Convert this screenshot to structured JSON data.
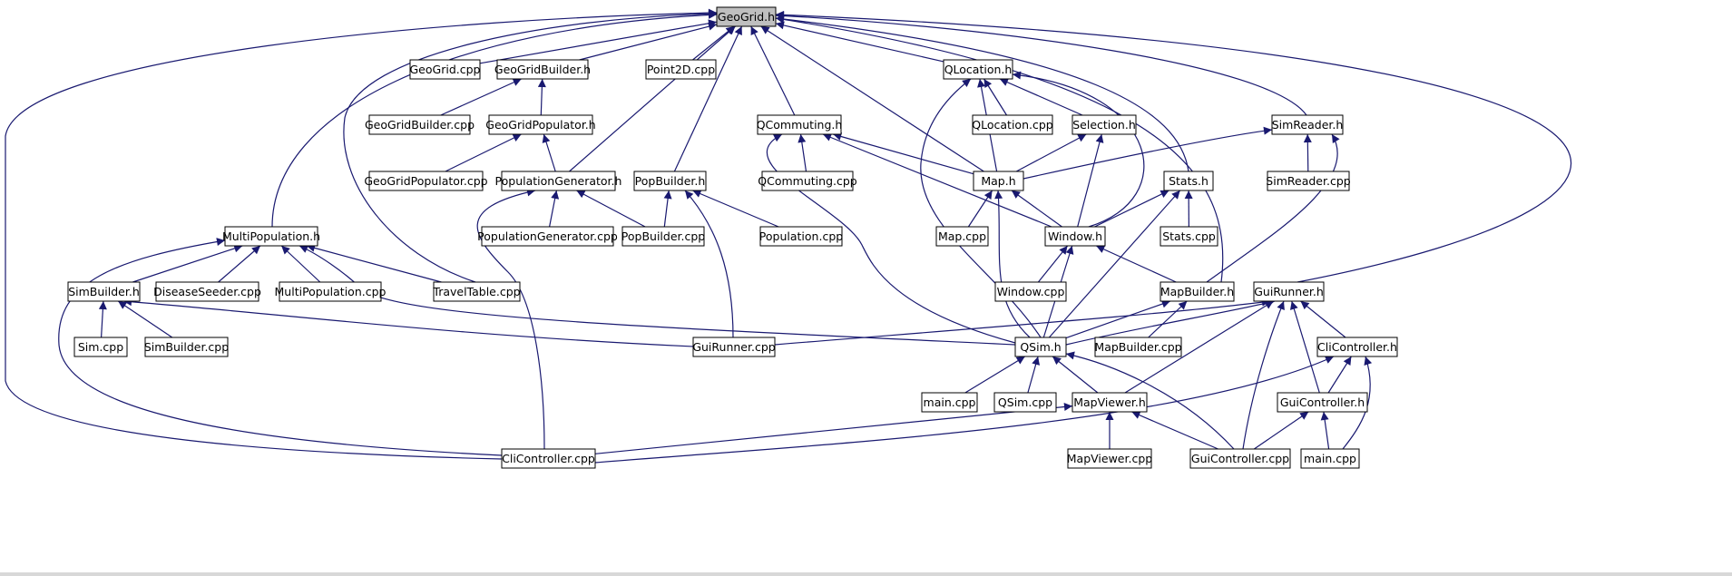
{
  "diagram": {
    "type": "include-dependency-graph",
    "root": "geogrid_h",
    "colors": {
      "edge": "#191970",
      "node_fill": "#ffffff",
      "root_fill": "#bfbfbf",
      "node_border": "#000000"
    },
    "nodes": [
      {
        "id": "geogrid_h",
        "label": "GeoGrid.h"
      },
      {
        "id": "geogrid_cpp",
        "label": "GeoGrid.cpp"
      },
      {
        "id": "geogridbuilder_h",
        "label": "GeoGridBuilder.h"
      },
      {
        "id": "point2d_cpp",
        "label": "Point2D.cpp"
      },
      {
        "id": "qlocation_h",
        "label": "QLocation.h"
      },
      {
        "id": "geogridbuilder_cpp",
        "label": "GeoGridBuilder.cpp"
      },
      {
        "id": "geogridpopulator_h",
        "label": "GeoGridPopulator.h"
      },
      {
        "id": "qcommuting_h",
        "label": "QCommuting.h"
      },
      {
        "id": "qlocation_cpp",
        "label": "QLocation.cpp"
      },
      {
        "id": "selection_h",
        "label": "Selection.h"
      },
      {
        "id": "simreader_h",
        "label": "SimReader.h"
      },
      {
        "id": "geogridpopulator_cpp",
        "label": "GeoGridPopulator.cpp"
      },
      {
        "id": "populationgenerator_h",
        "label": "PopulationGenerator.h"
      },
      {
        "id": "popbuilder_h",
        "label": "PopBuilder.h"
      },
      {
        "id": "qcommuting_cpp",
        "label": "QCommuting.cpp"
      },
      {
        "id": "map_h",
        "label": "Map.h"
      },
      {
        "id": "stats_h",
        "label": "Stats.h"
      },
      {
        "id": "simreader_cpp",
        "label": "SimReader.cpp"
      },
      {
        "id": "multipopulation_h",
        "label": "MultiPopulation.h"
      },
      {
        "id": "populationgenerator_cpp",
        "label": "PopulationGenerator.cpp"
      },
      {
        "id": "popbuilder_cpp",
        "label": "PopBuilder.cpp"
      },
      {
        "id": "population_cpp",
        "label": "Population.cpp"
      },
      {
        "id": "map_cpp",
        "label": "Map.cpp"
      },
      {
        "id": "window_h",
        "label": "Window.h"
      },
      {
        "id": "stats_cpp",
        "label": "Stats.cpp"
      },
      {
        "id": "simbuilder_h",
        "label": "SimBuilder.h"
      },
      {
        "id": "diseaseseeder_cpp",
        "label": "DiseaseSeeder.cpp"
      },
      {
        "id": "multipopulation_cpp",
        "label": "MultiPopulation.cpp"
      },
      {
        "id": "traveltable_cpp",
        "label": "TravelTable.cpp"
      },
      {
        "id": "window_cpp",
        "label": "Window.cpp"
      },
      {
        "id": "mapbuilder_h",
        "label": "MapBuilder.h"
      },
      {
        "id": "guirunner_h",
        "label": "GuiRunner.h"
      },
      {
        "id": "sim_cpp",
        "label": "Sim.cpp"
      },
      {
        "id": "simbuilder_cpp",
        "label": "SimBuilder.cpp"
      },
      {
        "id": "guirunner_cpp",
        "label": "GuiRunner.cpp"
      },
      {
        "id": "qsim_h",
        "label": "QSim.h"
      },
      {
        "id": "mapbuilder_cpp",
        "label": "MapBuilder.cpp"
      },
      {
        "id": "clicontroller_h",
        "label": "CliController.h"
      },
      {
        "id": "main_cpp_1",
        "label": "main.cpp"
      },
      {
        "id": "qsim_cpp",
        "label": "QSim.cpp"
      },
      {
        "id": "mapviewer_h",
        "label": "MapViewer.h"
      },
      {
        "id": "guicontroller_h",
        "label": "GuiController.h"
      },
      {
        "id": "clicontroller_cpp",
        "label": "CliController.cpp"
      },
      {
        "id": "mapviewer_cpp",
        "label": "MapViewer.cpp"
      },
      {
        "id": "guicontroller_cpp",
        "label": "GuiController.cpp"
      },
      {
        "id": "main_cpp_2",
        "label": "main.cpp"
      }
    ],
    "edges": [
      [
        "geogrid_cpp",
        "geogrid_h"
      ],
      [
        "geogridbuilder_h",
        "geogrid_h"
      ],
      [
        "point2d_cpp",
        "geogrid_h"
      ],
      [
        "qlocation_h",
        "geogrid_h"
      ],
      [
        "qcommuting_h",
        "geogrid_h"
      ],
      [
        "populationgenerator_h",
        "geogrid_h"
      ],
      [
        "popbuilder_h",
        "geogrid_h"
      ],
      [
        "map_h",
        "geogrid_h"
      ],
      [
        "stats_h",
        "geogrid_h"
      ],
      [
        "simreader_h",
        "geogrid_h"
      ],
      [
        "mapbuilder_h",
        "geogrid_h"
      ],
      [
        "guirunner_h",
        "geogrid_h"
      ],
      [
        "multipopulation_h",
        "geogrid_h"
      ],
      [
        "traveltable_cpp",
        "geogrid_h"
      ],
      [
        "clicontroller_cpp",
        "geogrid_h"
      ],
      [
        "geogridbuilder_cpp",
        "geogridbuilder_h"
      ],
      [
        "geogridpopulator_h",
        "geogridbuilder_h"
      ],
      [
        "geogridpopulator_cpp",
        "geogridpopulator_h"
      ],
      [
        "populationgenerator_h",
        "geogridpopulator_h"
      ],
      [
        "populationgenerator_cpp",
        "populationgenerator_h"
      ],
      [
        "popbuilder_cpp",
        "populationgenerator_h"
      ],
      [
        "clicontroller_cpp",
        "populationgenerator_h"
      ],
      [
        "popbuilder_cpp",
        "popbuilder_h"
      ],
      [
        "population_cpp",
        "popbuilder_h"
      ],
      [
        "guirunner_cpp",
        "popbuilder_h"
      ],
      [
        "qcommuting_cpp",
        "qcommuting_h"
      ],
      [
        "map_h",
        "qcommuting_h"
      ],
      [
        "window_h",
        "qcommuting_h"
      ],
      [
        "qsim_h",
        "qcommuting_h"
      ],
      [
        "qlocation_cpp",
        "qlocation_h"
      ],
      [
        "selection_h",
        "qlocation_h"
      ],
      [
        "map_h",
        "qlocation_h"
      ],
      [
        "window_h",
        "qlocation_h"
      ],
      [
        "qsim_h",
        "qlocation_h"
      ],
      [
        "map_h",
        "selection_h"
      ],
      [
        "window_h",
        "selection_h"
      ],
      [
        "simreader_cpp",
        "simreader_h"
      ],
      [
        "map_h",
        "simreader_h"
      ],
      [
        "mapbuilder_h",
        "simreader_h"
      ],
      [
        "map_cpp",
        "map_h"
      ],
      [
        "window_h",
        "map_h"
      ],
      [
        "qsim_h",
        "map_h"
      ],
      [
        "stats_cpp",
        "stats_h"
      ],
      [
        "window_h",
        "stats_h"
      ],
      [
        "qsim_h",
        "stats_h"
      ],
      [
        "window_cpp",
        "window_h"
      ],
      [
        "mapbuilder_h",
        "window_h"
      ],
      [
        "qsim_h",
        "window_h"
      ],
      [
        "simbuilder_h",
        "multipopulation_h"
      ],
      [
        "diseaseseeder_cpp",
        "multipopulation_h"
      ],
      [
        "multipopulation_cpp",
        "multipopulation_h"
      ],
      [
        "traveltable_cpp",
        "multipopulation_h"
      ],
      [
        "qsim_h",
        "multipopulation_h"
      ],
      [
        "clicontroller_cpp",
        "multipopulation_h"
      ],
      [
        "sim_cpp",
        "simbuilder_h"
      ],
      [
        "simbuilder_cpp",
        "simbuilder_h"
      ],
      [
        "guirunner_cpp",
        "simbuilder_h"
      ],
      [
        "qsim_h",
        "mapbuilder_h"
      ],
      [
        "mapbuilder_cpp",
        "mapbuilder_h"
      ],
      [
        "guirunner_cpp",
        "guirunner_h"
      ],
      [
        "qsim_h",
        "guirunner_h"
      ],
      [
        "clicontroller_h",
        "guirunner_h"
      ],
      [
        "mapviewer_h",
        "guirunner_h"
      ],
      [
        "guicontroller_h",
        "guirunner_h"
      ],
      [
        "guicontroller_cpp",
        "guirunner_h"
      ],
      [
        "main_cpp_1",
        "qsim_h"
      ],
      [
        "qsim_cpp",
        "qsim_h"
      ],
      [
        "mapviewer_h",
        "qsim_h"
      ],
      [
        "guicontroller_cpp",
        "qsim_h"
      ],
      [
        "guicontroller_h",
        "clicontroller_h"
      ],
      [
        "main_cpp_2",
        "clicontroller_h"
      ],
      [
        "clicontroller_cpp",
        "clicontroller_h"
      ],
      [
        "clicontroller_cpp",
        "mapviewer_h"
      ],
      [
        "mapviewer_cpp",
        "mapviewer_h"
      ],
      [
        "guicontroller_cpp",
        "mapviewer_h"
      ],
      [
        "guicontroller_cpp",
        "guicontroller_h"
      ],
      [
        "main_cpp_2",
        "guicontroller_h"
      ]
    ]
  }
}
